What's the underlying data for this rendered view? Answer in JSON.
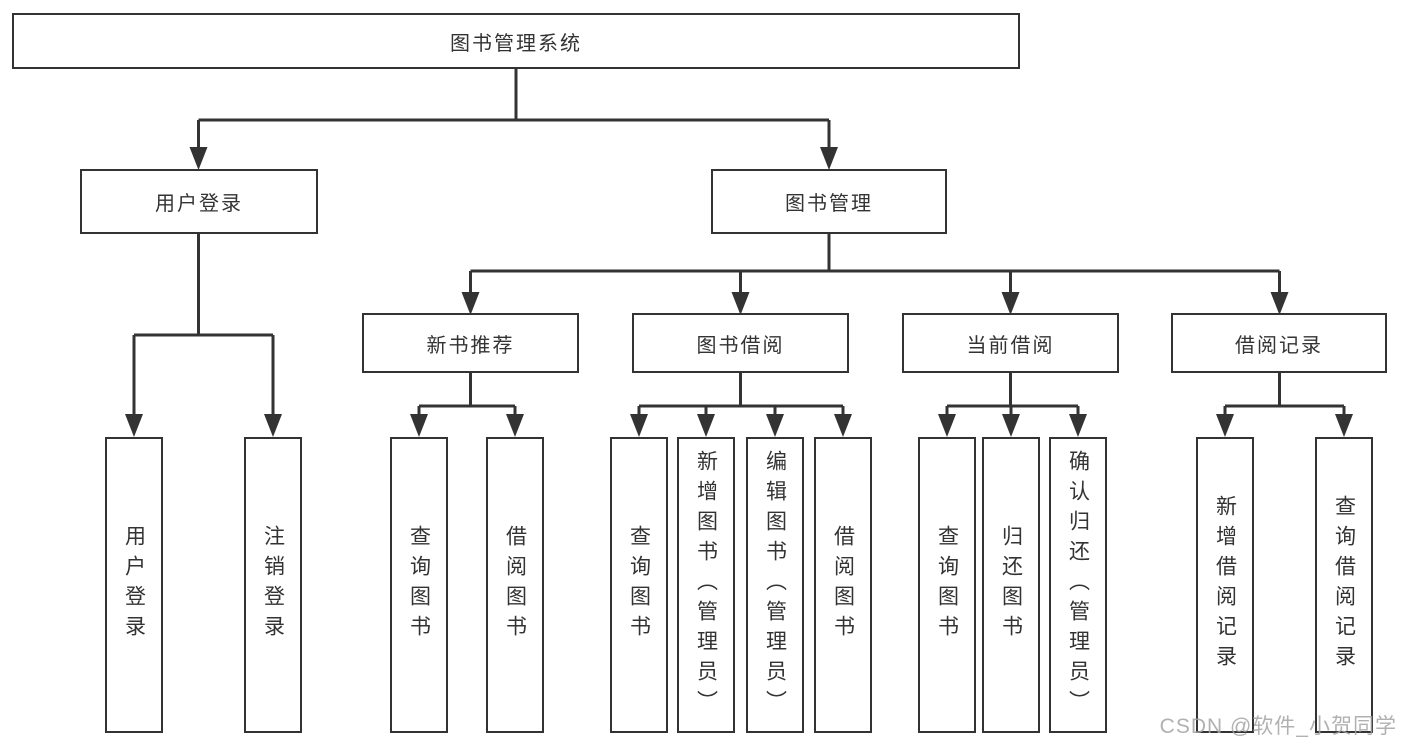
{
  "tree": {
    "root": {
      "label": "图书管理系统"
    },
    "children": [
      {
        "label": "用户登录",
        "children": [
          {
            "label": "用户登录"
          },
          {
            "label": "注销登录"
          }
        ]
      },
      {
        "label": "图书管理",
        "children": [
          {
            "label": "新书推荐",
            "children": [
              {
                "label": "查询图书"
              },
              {
                "label": "借阅图书"
              }
            ]
          },
          {
            "label": "图书借阅",
            "children": [
              {
                "label": "查询图书"
              },
              {
                "label": "新增图书（管理员）"
              },
              {
                "label": "编辑图书（管理员）"
              },
              {
                "label": "借阅图书"
              }
            ]
          },
          {
            "label": "当前借阅",
            "children": [
              {
                "label": "查询图书"
              },
              {
                "label": "归还图书"
              },
              {
                "label": "确认归还（管理员）"
              }
            ]
          },
          {
            "label": "借阅记录",
            "children": [
              {
                "label": "新增借阅记录"
              },
              {
                "label": "查询借阅记录"
              }
            ]
          }
        ]
      }
    ]
  },
  "watermark": "CSDN @软件_小贺同学",
  "colors": {
    "line": "#333333",
    "box_border": "#333333",
    "box_background": "#ffffff",
    "text": "#333333",
    "watermark": "#a3a3a3",
    "background": "#ffffff"
  }
}
